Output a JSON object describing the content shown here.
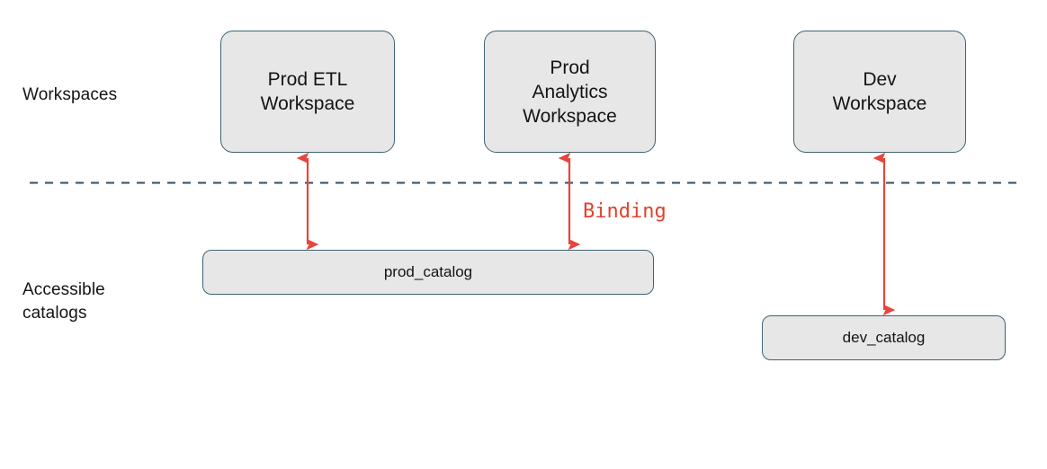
{
  "diagram": {
    "title": "Workspace catalog binding diagram",
    "background_color": "#ffffff",
    "colors": {
      "node_fill": "#E7E7E7",
      "node_border": "#3F6374",
      "divider": "#2F4F63",
      "arrow": "#E8453C",
      "text": "#141414",
      "binding_text": "#E0432F"
    }
  },
  "rows": {
    "workspaces_label": "Workspaces",
    "catalogs_label": "Accessible\ncatalogs"
  },
  "nodes": {
    "workspaces": [
      {
        "id": "prod-etl",
        "label": "Prod ETL\nWorkspace"
      },
      {
        "id": "prod-analytics",
        "label": "Prod\nAnalytics\nWorkspace"
      },
      {
        "id": "dev",
        "label": "Dev\nWorkspace"
      }
    ],
    "catalogs": [
      {
        "id": "prod-catalog",
        "label": "prod_catalog"
      },
      {
        "id": "dev-catalog",
        "label": "dev_catalog"
      }
    ]
  },
  "connections": {
    "binding_label": "Binding",
    "edges": [
      {
        "id": "edge-prod-etl-to-prod-catalog",
        "from": "prod-etl",
        "to": "prod-catalog",
        "style": "double-arrow"
      },
      {
        "id": "edge-prod-analytics-to-prod-catalog",
        "from": "prod-analytics",
        "to": "prod-catalog",
        "style": "double-arrow"
      },
      {
        "id": "edge-dev-to-dev-catalog",
        "from": "dev",
        "to": "dev-catalog",
        "style": "double-arrow"
      }
    ]
  },
  "divider": {
    "style": "dashed",
    "separates": "Workspaces from Accessible catalogs"
  }
}
